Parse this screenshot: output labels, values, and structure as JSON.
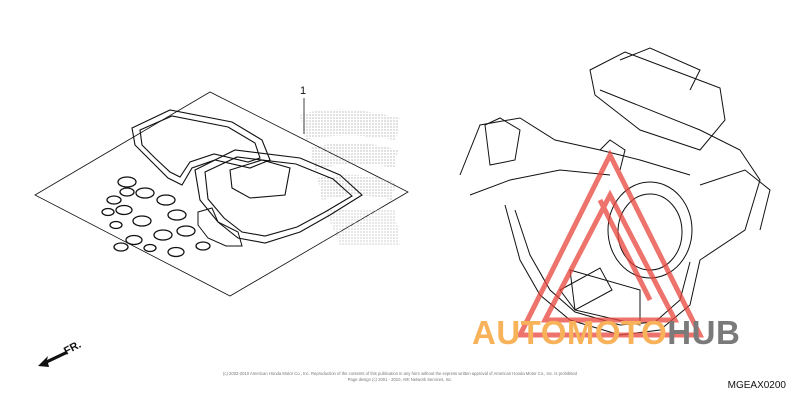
{
  "diagram": {
    "callout_number": "1",
    "front_indicator": "FR.",
    "copyright": [
      "(c) 2002-2010 American Honda Motor Co., Inc. Reproduction of the contents of this publication in any form without the express written approval of American Honda Motor Co., Inc. is prohibited",
      "Page design (c) 2001 - 2010, ARI Network Services, Inc."
    ],
    "diagram_code": "MGEAX0200"
  },
  "watermark": {
    "part_a": "AUTOMOTO",
    "part_b": "HUB",
    "logo_color": "#e8453c",
    "accent_color": "#f7b25a",
    "gray_color": "#7a7a7a"
  }
}
